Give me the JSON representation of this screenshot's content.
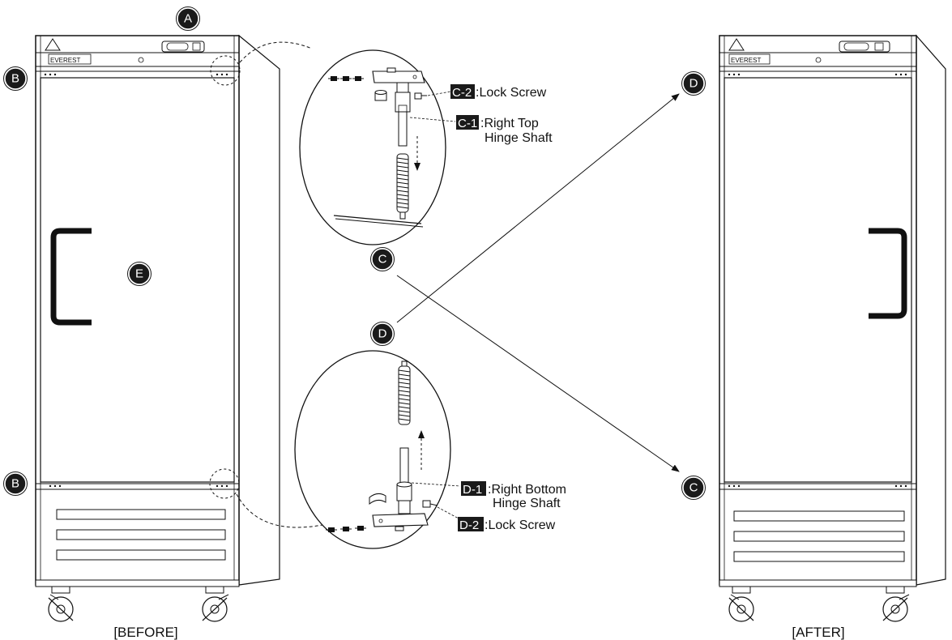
{
  "callouts": {
    "a": "A",
    "b": "B",
    "c": "C",
    "d": "D",
    "e": "E"
  },
  "brand": "EVEREST",
  "top_detail": {
    "c2_code": "C-2",
    "c2_text": ":Lock Screw",
    "c1_code": "C-1",
    "c1_text_line1": ":Right Top",
    "c1_text_line2": "Hinge Shaft"
  },
  "bottom_detail": {
    "d1_code": "D-1",
    "d1_text_line1": ":Right Bottom",
    "d1_text_line2": "Hinge Shaft",
    "d2_code": "D-2",
    "d2_text": ":Lock Screw"
  },
  "captions": {
    "before": "[BEFORE]",
    "after": "[AFTER]"
  }
}
